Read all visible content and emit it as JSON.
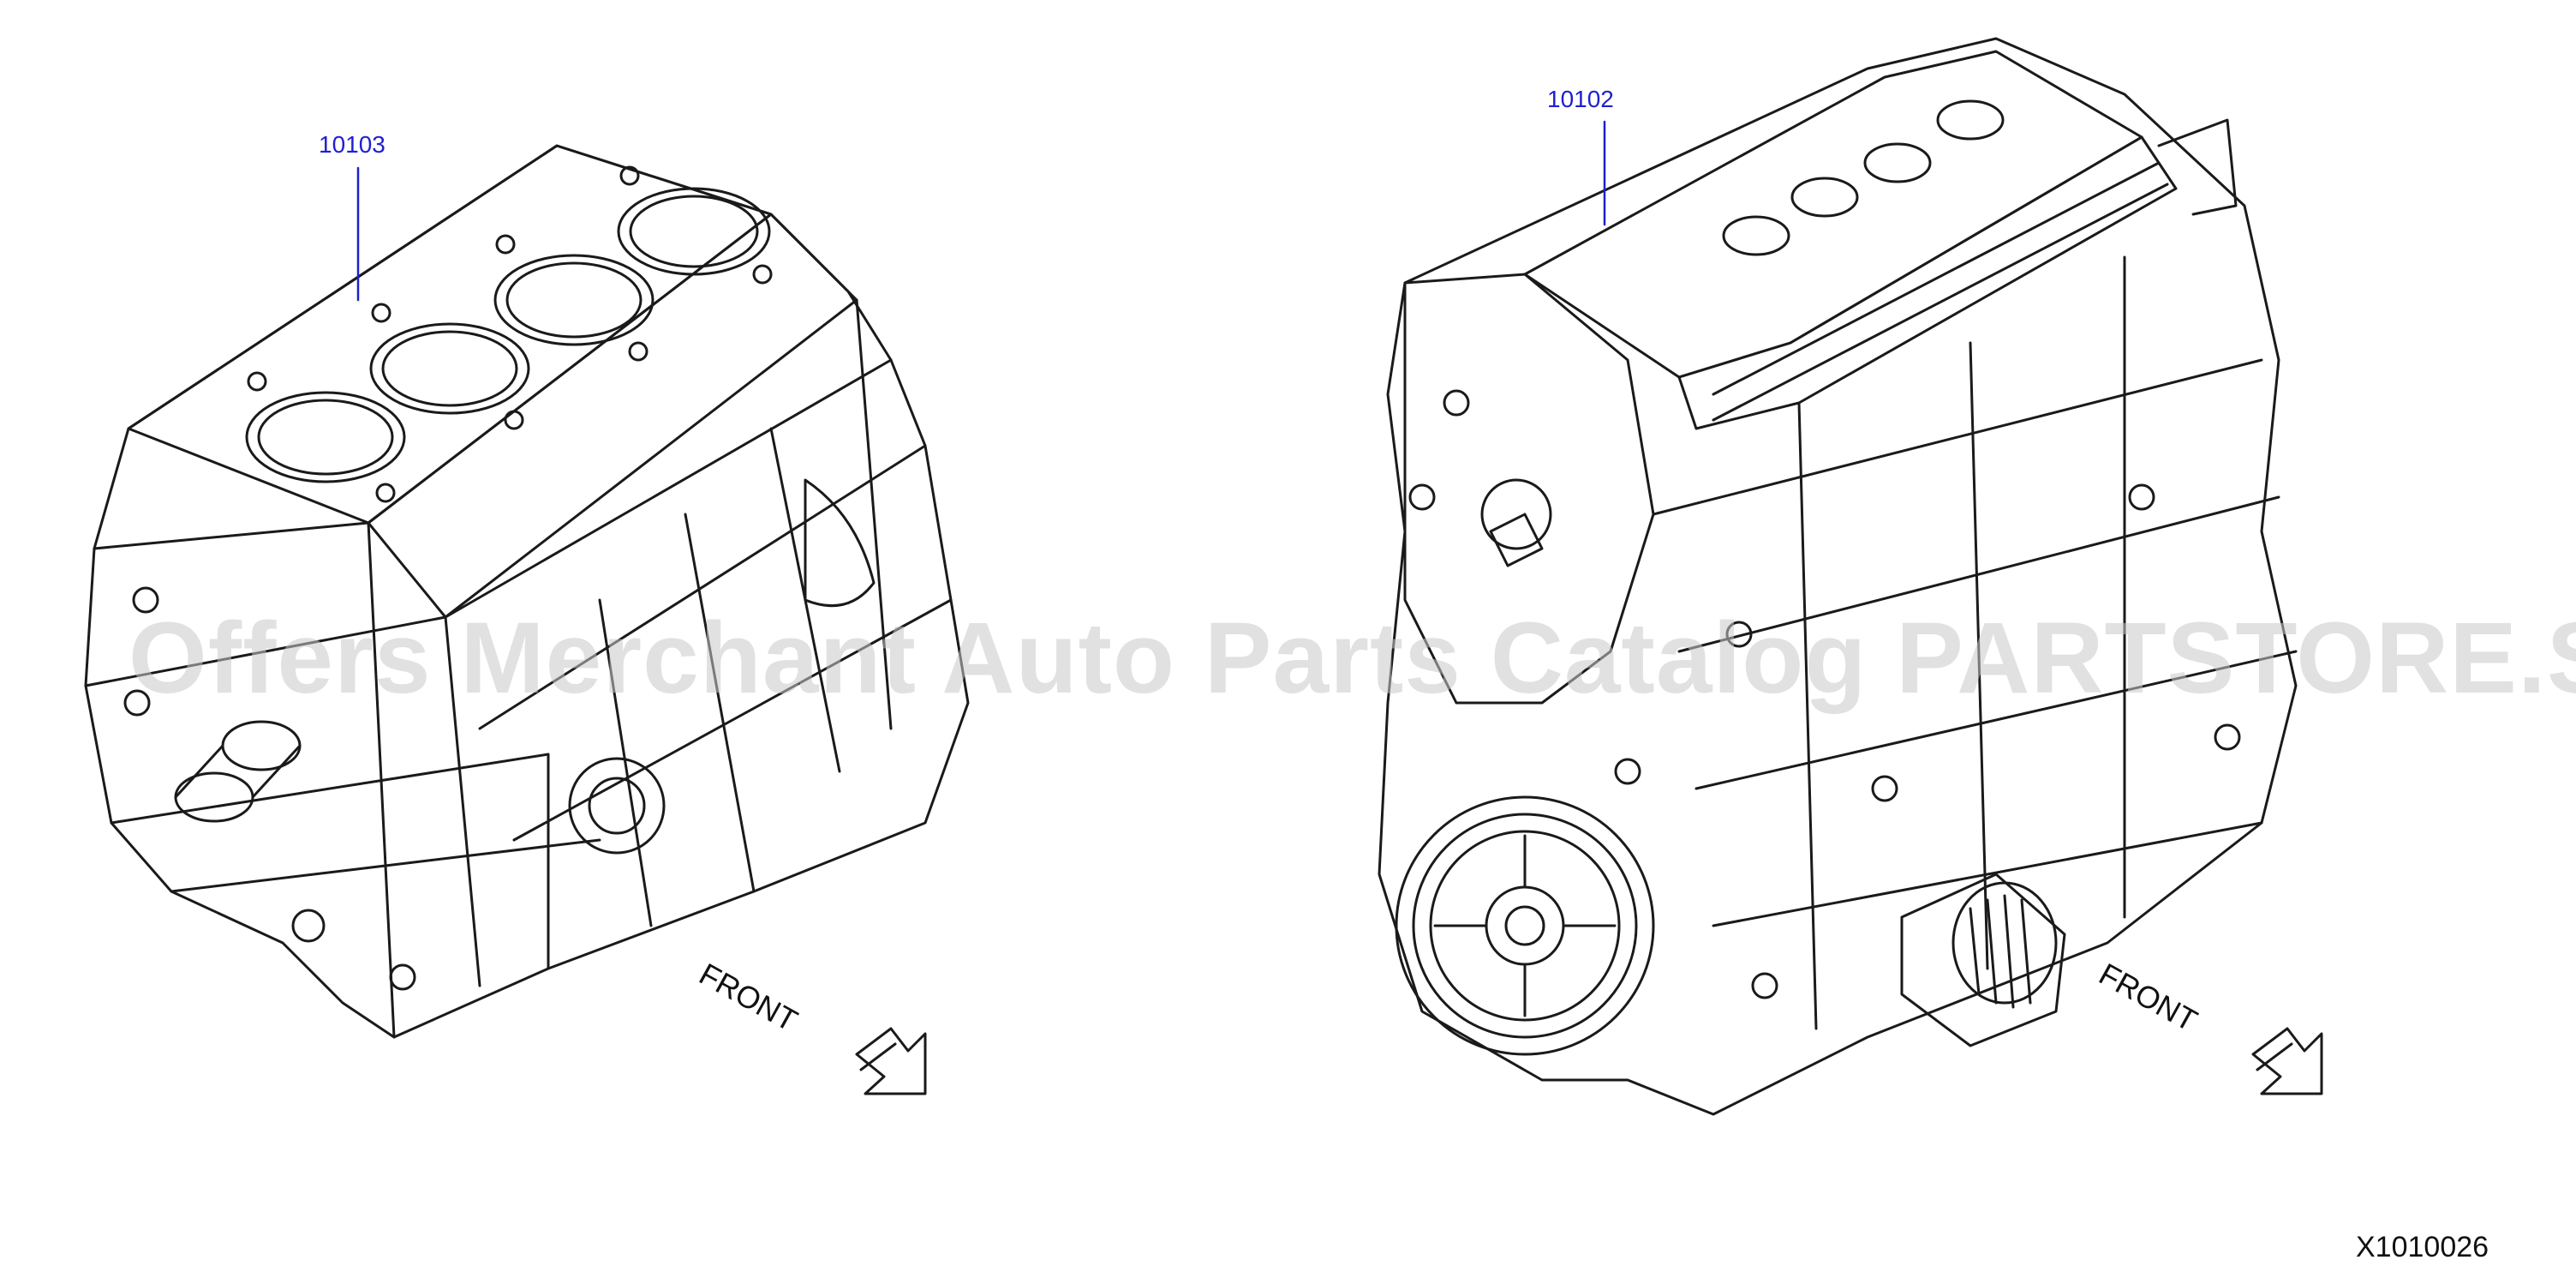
{
  "parts": {
    "short_block": {
      "number": "10103"
    },
    "long_block": {
      "number": "10102"
    }
  },
  "direction": {
    "left_front": "FRONT",
    "right_front": "FRONT"
  },
  "diagram_id": "X1010026",
  "watermark": "Offers Merchant Auto Parts Catalog PARTSTORE.SA",
  "colors": {
    "line": "#1a1a1a",
    "callout": "#1f1fd0",
    "watermark": "#c9c9c9"
  }
}
